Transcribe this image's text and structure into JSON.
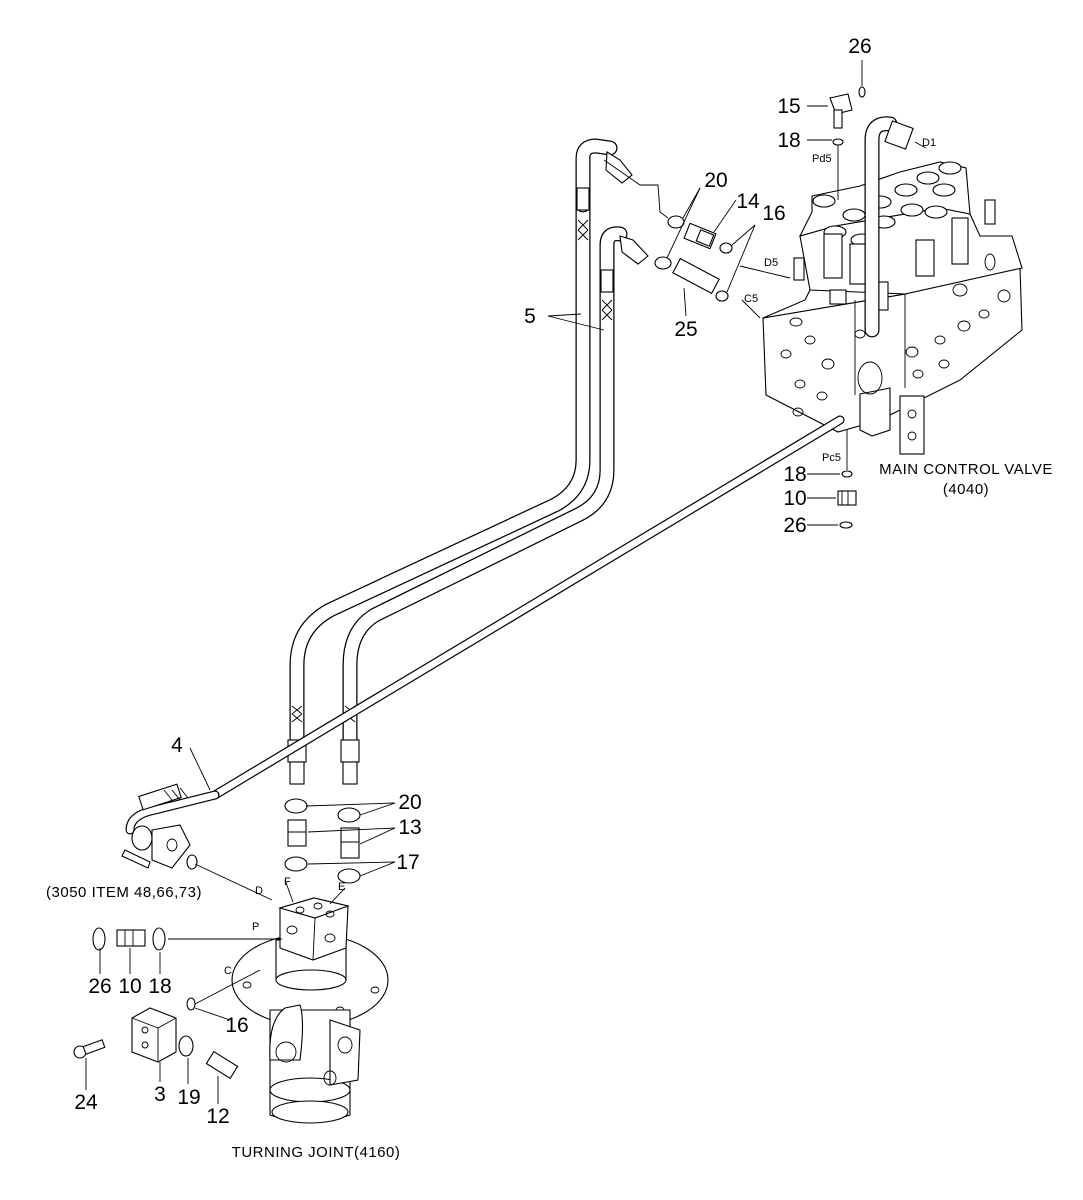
{
  "labels": {
    "main_control_valve": "MAIN CONTROL VALVE",
    "main_control_valve_code": "(4040)",
    "turning_joint": "TURNING JOINT(4160)",
    "item_ref": "(3050 ITEM 48,66,73)"
  },
  "ports": {
    "d1": "D1",
    "pd5": "Pd5",
    "d5": "D5",
    "c5": "C5",
    "pc5": "Pc5",
    "d": "D",
    "p": "P",
    "c": "C",
    "f": "F",
    "e": "E"
  },
  "parts": {
    "p26_top": "26",
    "p15": "15",
    "p18_top": "18",
    "p20_top": "20",
    "p14": "14",
    "p16_top": "16",
    "p5": "5",
    "p25": "25",
    "p18_mid": "18",
    "p10_mid": "10",
    "p26_mid": "26",
    "p4": "4",
    "p20_low": "20",
    "p13": "13",
    "p17": "17",
    "p26_low": "26",
    "p10_low": "10",
    "p18_low": "18",
    "p16_low": "16",
    "p24": "24",
    "p3": "3",
    "p19": "19",
    "p12": "12"
  }
}
